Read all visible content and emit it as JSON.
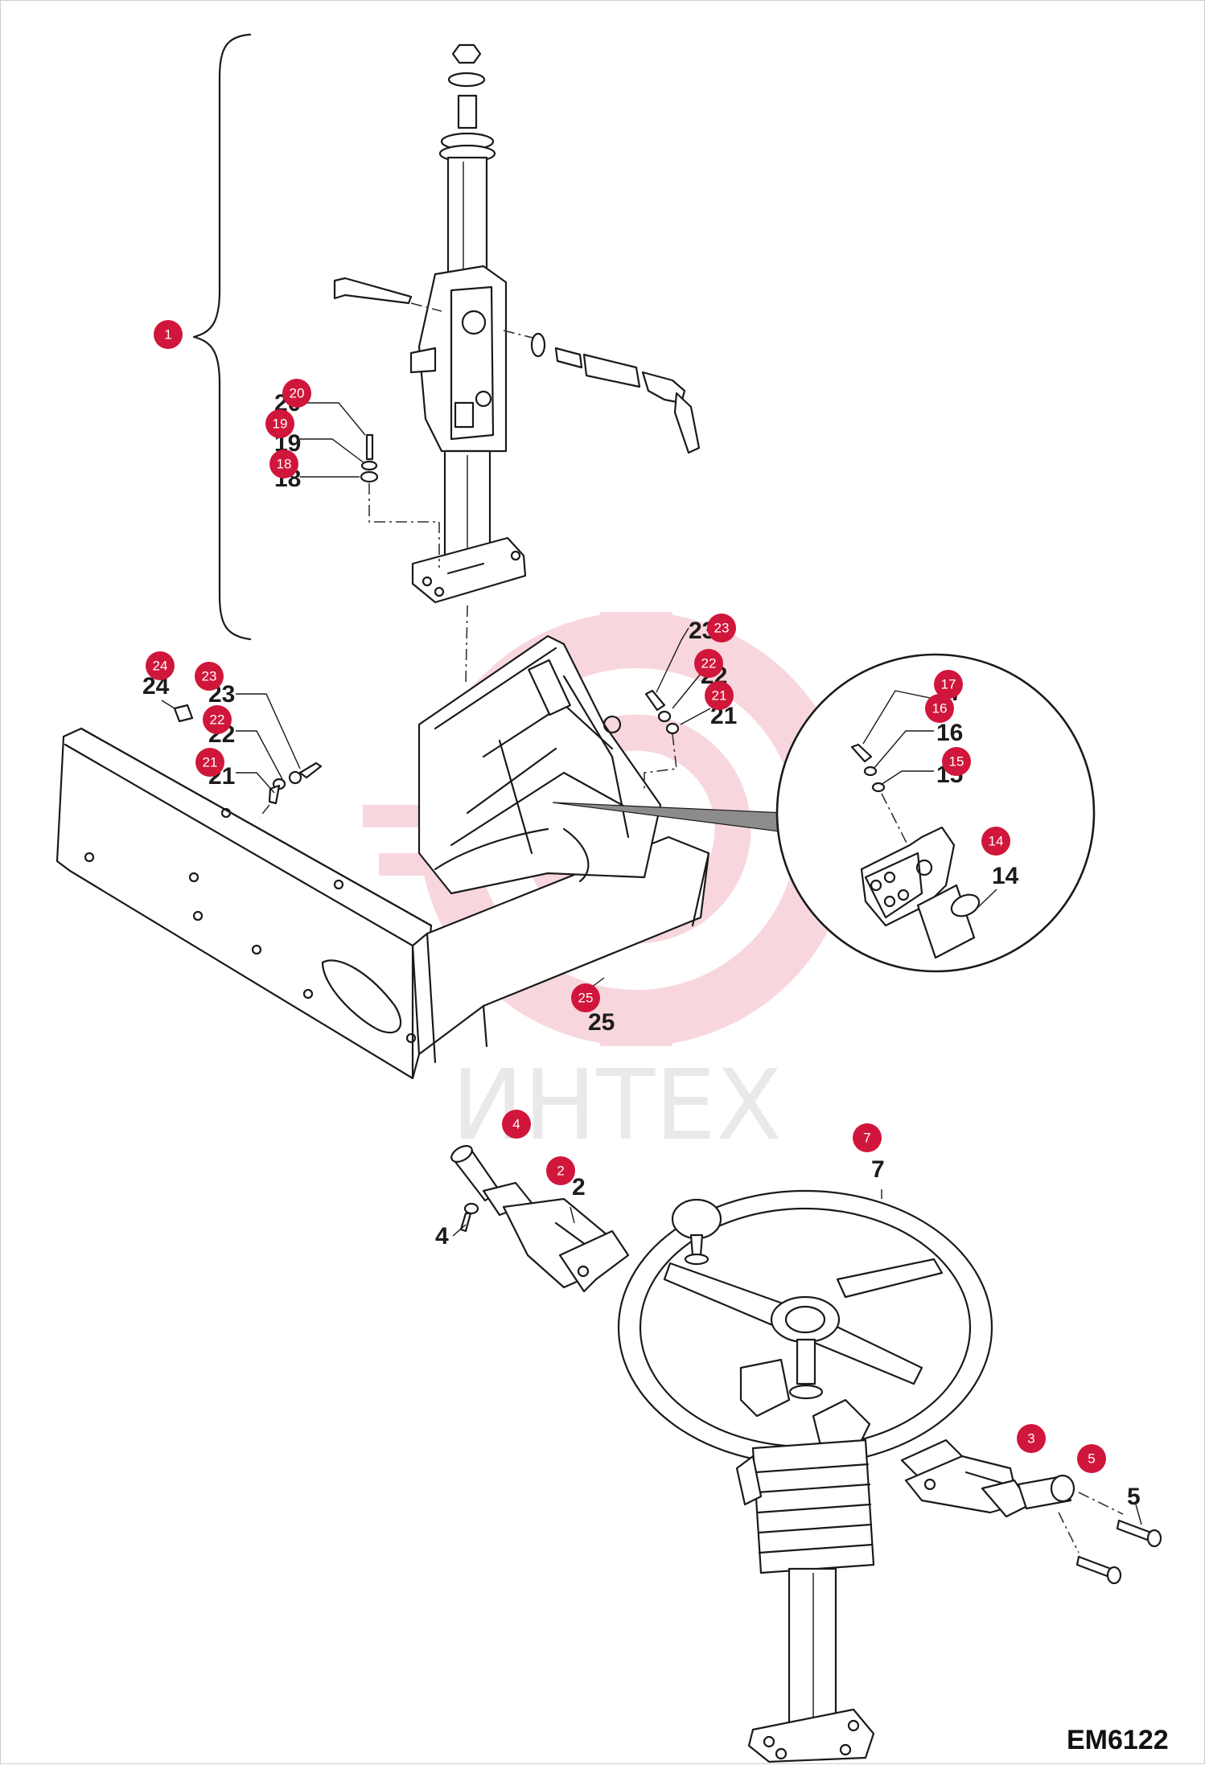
{
  "diagram_code": "EM6122",
  "watermark_text": "ИНТЕХ",
  "colors": {
    "badge": "#d0163a",
    "line": "#1a1a1a",
    "watermark": "#f3c8cf"
  },
  "badges": {
    "b1": "1",
    "b2": "2",
    "b3": "3",
    "b4": "4",
    "b5": "5",
    "b7": "7",
    "b14": "14",
    "b15": "15",
    "b16": "16",
    "b17": "17",
    "b18": "18",
    "b19": "19",
    "b20": "20",
    "b21a": "21",
    "b21b": "21",
    "b22a": "22",
    "b22b": "22",
    "b23a": "23",
    "b23b": "23",
    "b24": "24",
    "b25": "25"
  },
  "labels": {
    "l2": "2",
    "l4": "4",
    "l5": "5",
    "l7": "7",
    "l14": "14",
    "l15": "15",
    "l16": "16",
    "l17": "17",
    "l18": "18",
    "l19": "19",
    "l20": "20",
    "l21a": "21",
    "l21b": "21",
    "l22a": "22",
    "l22b": "22",
    "l23a": "23",
    "l23b": "23",
    "l24": "24",
    "l25": "25"
  }
}
